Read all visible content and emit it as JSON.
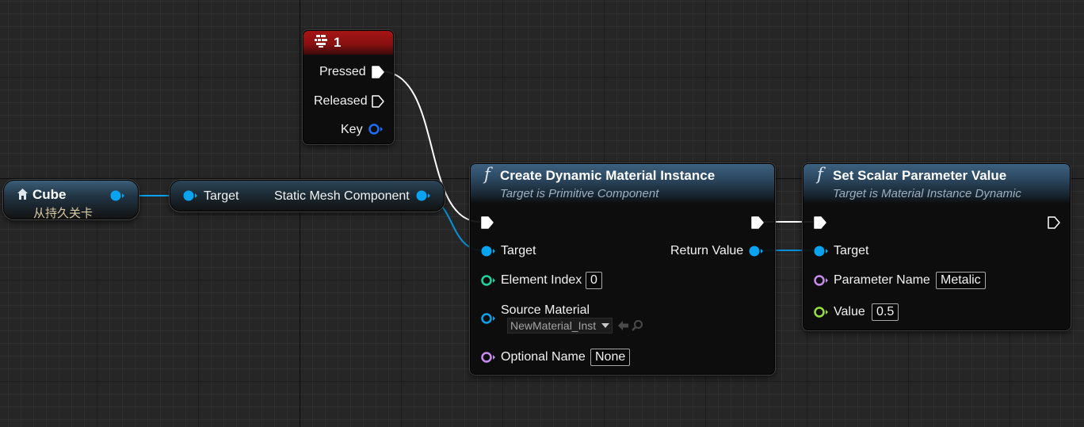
{
  "colors": {
    "exec": "#ffffff",
    "object_pin": "#0aa3f0",
    "int_pin": "#1fd4a0",
    "name_pin": "#c88bf0",
    "float_pin": "#95e03a",
    "key_pin": "#1f6cf5",
    "function_header": "#3c607e",
    "event_header": "#a61515"
  },
  "cube_node": {
    "icon": "home-icon",
    "title": "Cube",
    "subtitle": "从持久关卡"
  },
  "get_component_node": {
    "input_label": "Target",
    "output_label": "Static Mesh Component"
  },
  "key_event_node": {
    "icon": "keyboard-icon",
    "title": "1",
    "pins": {
      "pressed": "Pressed",
      "released": "Released",
      "key": "Key"
    }
  },
  "create_dmi_node": {
    "icon": "function-icon",
    "icon_glyph": "f",
    "title": "Create Dynamic Material Instance",
    "subtitle": "Target is Primitive Component",
    "pins": {
      "target": "Target",
      "element_index": "Element Index",
      "element_index_value": "0",
      "source_material": "Source Material",
      "source_material_value": "NewMaterial_Inst",
      "optional_name": "Optional Name",
      "optional_name_value": "None",
      "return_value": "Return Value"
    }
  },
  "set_scalar_node": {
    "icon": "function-icon",
    "icon_glyph": "f",
    "title": "Set Scalar Parameter Value",
    "subtitle": "Target is Material Instance Dynamic",
    "pins": {
      "target": "Target",
      "parameter_name": "Parameter Name",
      "parameter_name_value": "Metalic",
      "value": "Value",
      "value_value": "0.5"
    }
  }
}
